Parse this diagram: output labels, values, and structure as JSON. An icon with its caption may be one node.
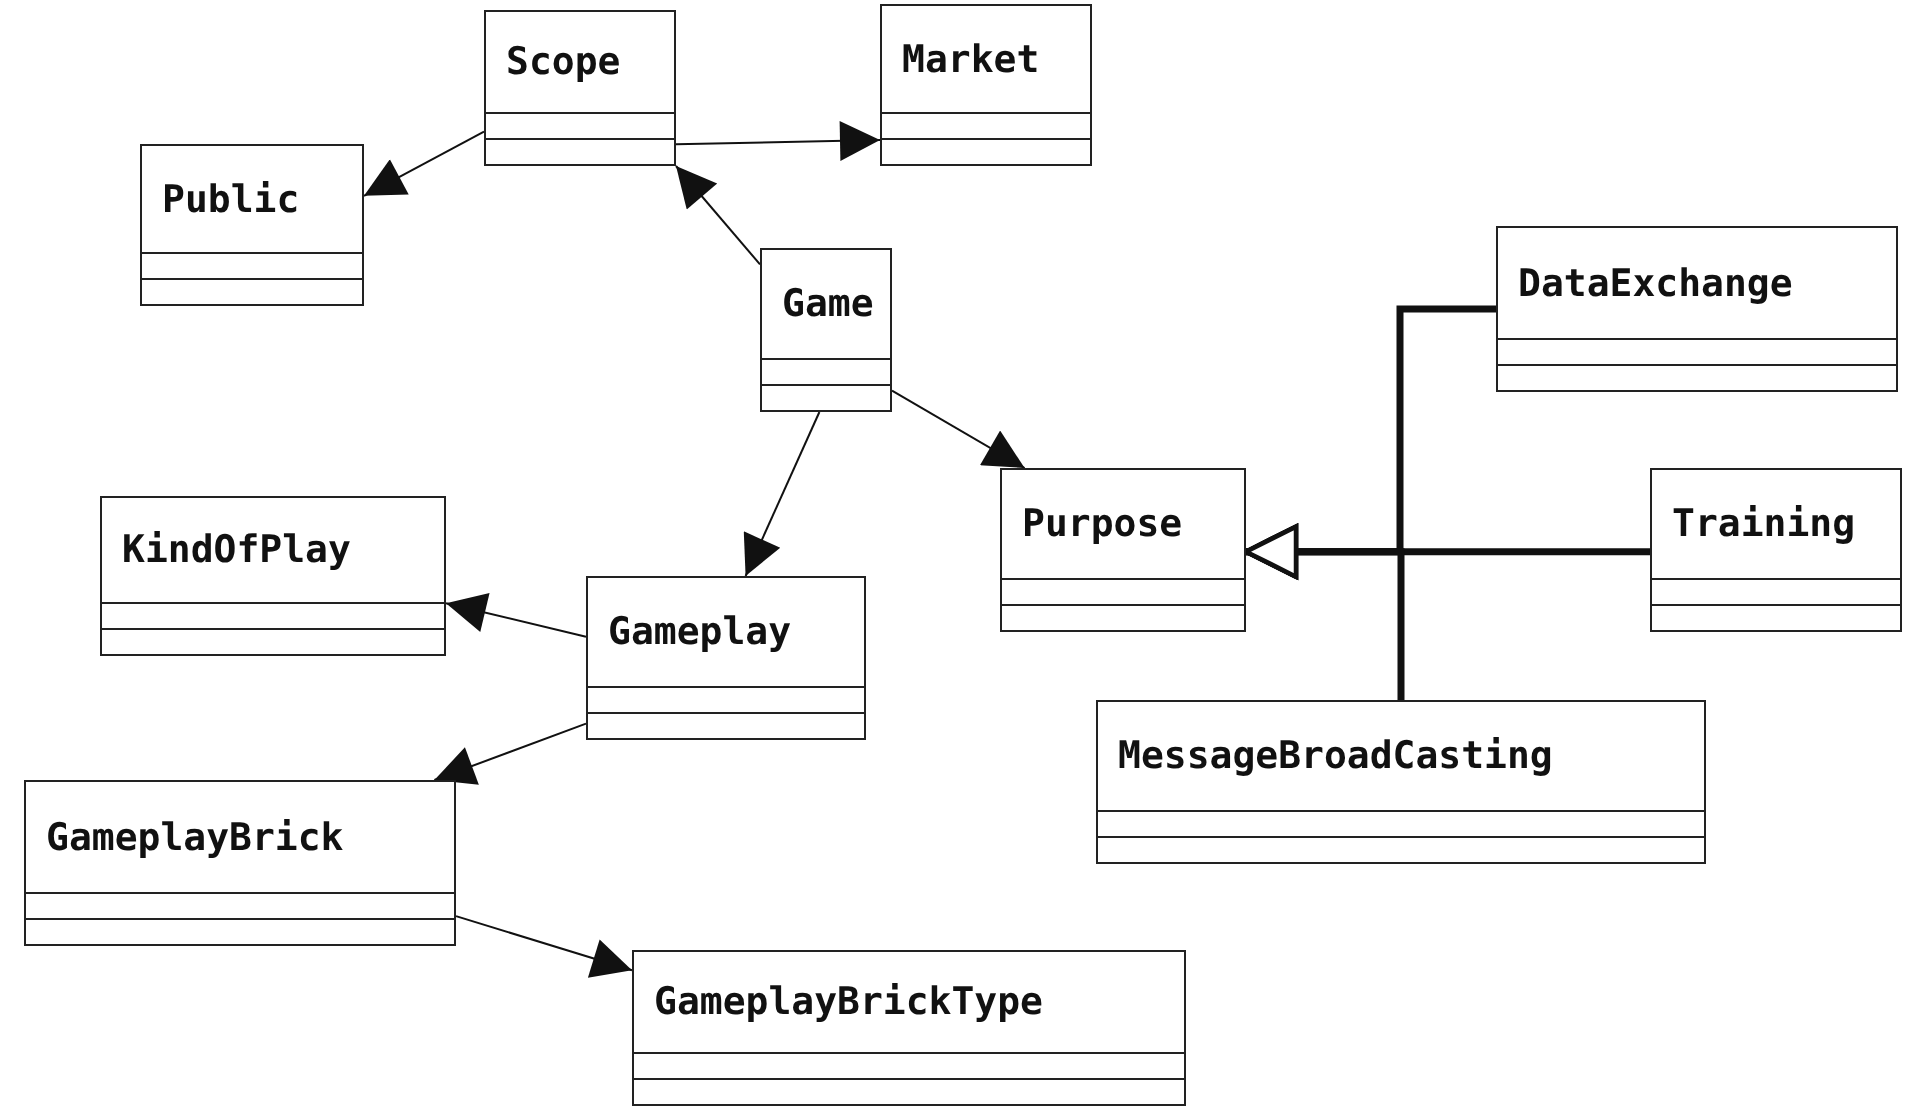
{
  "diagram": {
    "nodes": [
      {
        "text": [
          "Scope"
        ]
      },
      {
        "text": [
          "Market"
        ]
      },
      {
        "text": [
          "Public"
        ]
      },
      {
        "text": [
          "Game"
        ]
      },
      {
        "text": [
          "DataExchange"
        ]
      },
      {
        "text": [
          "Purpose"
        ]
      },
      {
        "text": [
          "Training"
        ]
      },
      {
        "text": [
          "KindOfPlay"
        ]
      },
      {
        "text": [
          "Gameplay"
        ]
      },
      {
        "text": [
          "MessageBroadCasting"
        ]
      },
      {
        "text": [
          "GameplayBrick"
        ]
      },
      {
        "text": [
          "GameplayBrickType"
        ]
      }
    ],
    "edges": [
      {
        "from": 0,
        "to": 1,
        "arrow": "to"
      },
      {
        "from": 0,
        "to": 2,
        "arrow": "to"
      },
      {
        "from": 3,
        "to": 0,
        "arrow": "to"
      },
      {
        "from": 3,
        "to": 5,
        "arrow": "to"
      },
      {
        "from": 3,
        "to": 8,
        "arrow": "to"
      },
      {
        "from": 8,
        "to": 7,
        "arrow": "to"
      },
      {
        "from": 8,
        "to": 10,
        "arrow": "to"
      },
      {
        "from": 10,
        "to": 11,
        "arrow": "to"
      },
      {
        "from": 4,
        "to": 5,
        "arrow": "to",
        "style": "thick"
      },
      {
        "from": 6,
        "to": 5,
        "arrow": "to",
        "style": "thick"
      },
      {
        "from": 9,
        "to": 5,
        "arrow": "to",
        "style": "thick"
      }
    ]
  }
}
